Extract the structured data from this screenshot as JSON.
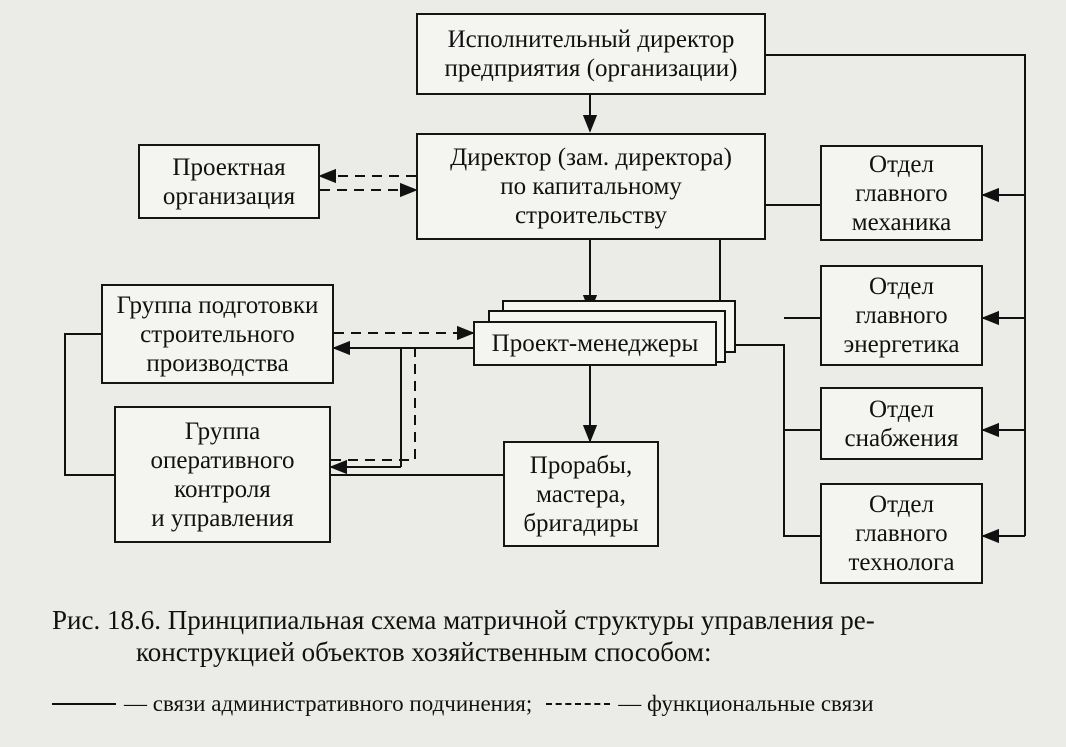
{
  "boxes": {
    "executive_director": "Исполнительный директор\nпредприятия (организации)",
    "capital_director": "Директор (зам. директора)\nпо капитальному\nстроительству",
    "design_org": "Проектная\nорганизация",
    "prep_group": "Группа подготовки\nстроительного\nпроизводства",
    "project_managers": "Проект-менеджеры",
    "control_group": "Группа\nоперативного\nконтроля\nи управления",
    "foremen": "Прорабы,\nмастера,\nбригадиры",
    "chief_mechanic": "Отдел\nглавного\nмеханика",
    "chief_energy": "Отдел\nглавного\nэнергетика",
    "supply": "Отдел\nснабжения",
    "chief_technologist": "Отдел\nглавного\nтехнолога"
  },
  "caption": {
    "line1": "Рис. 18.6. Принципиальная схема матричной структуры управления ре-",
    "line2": "конструкцией объектов хозяйственным способом:"
  },
  "legend": {
    "solid_text": "— связи административного подчинения;",
    "dashed_text": "— функциональные связи"
  }
}
